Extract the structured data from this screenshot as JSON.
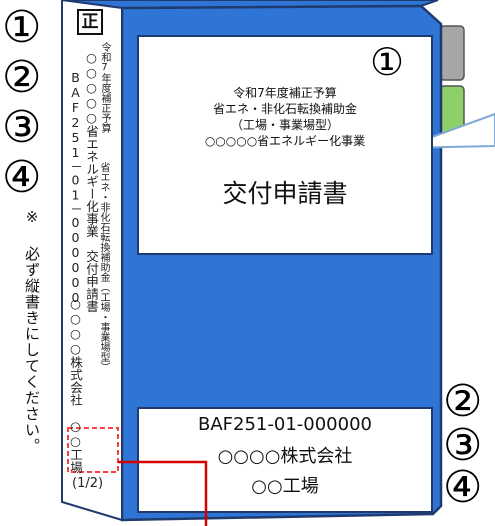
{
  "colors": {
    "cover_blue": "#2e75d6",
    "border_dark": "#1f3a6e",
    "tab_gray": "#a6a6a6",
    "tab_green": "#8fcf6a",
    "callout_blue": "#7fa9d6",
    "dash_red": "#ff4040",
    "line_red": "#d40000"
  },
  "left_markers": [
    "①",
    "②",
    "③",
    "④"
  ],
  "note": "※ 必ず縦書きにしてください。",
  "spine": {
    "stamp": "正",
    "line_small_1": "令和7年度補正予算",
    "line_small_2": "省エネ・非化石転換補助金（工場・事業場型）",
    "line_main_1": "○○○○○省エネルギー化事業　交付申請書",
    "line_main_2": "BAF251－01－000000",
    "line_main_3": "○○○○株式会社　○○工場",
    "page": "(1/2)"
  },
  "label_top": {
    "marker": "①",
    "line1": "令和7年度補正予算",
    "line2": "省エネ・非化石転換補助金",
    "line3": "（工場・事業場型）",
    "line4": "○○○○○省エネルギー化事業",
    "title": "交付申請書"
  },
  "label_bottom": {
    "line1": "BAF251-01-000000",
    "line2": "○○○○株式会社",
    "line3": "○○工場"
  },
  "right_markers": [
    "②",
    "③",
    "④"
  ]
}
